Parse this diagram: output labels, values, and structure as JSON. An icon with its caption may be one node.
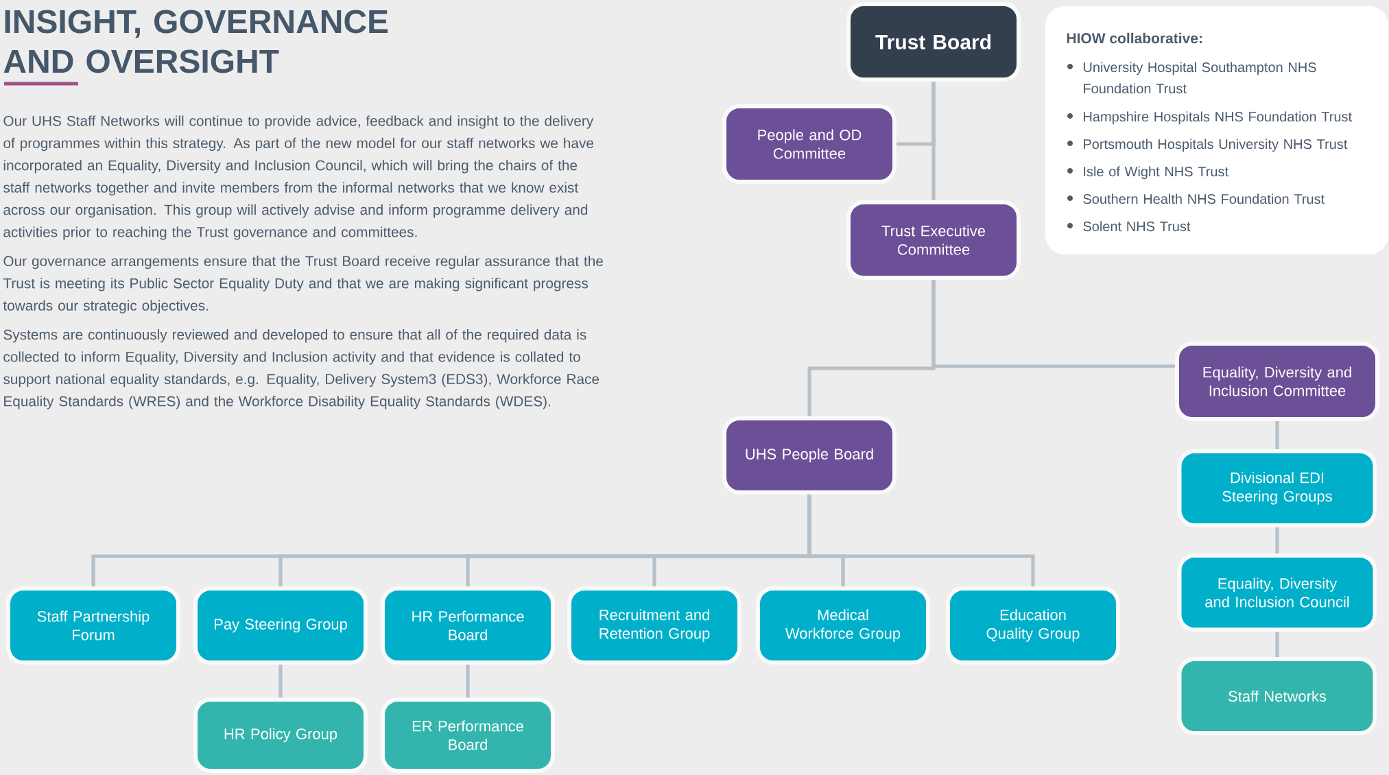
{
  "diagram": {
    "title": "INSIGHT, GOVERNANCE AND OVERSIGHT",
    "nodes": [
      {
        "text": [
          "Trust Board"
        ]
      },
      {
        "text": [
          "HIOW collaborative:",
          "University Hospital Southampton NHS Foundation Trust",
          "Hampshire Hospitals NHS Foundation Trust",
          "Portsmouth Hospitals University NHS Trust",
          "Isle of Wight NHS Trust",
          "Southern Health NHS Foundation Trust",
          "Solent NHS Trust"
        ]
      },
      {
        "text": [
          "People and OD Committee"
        ]
      },
      {
        "text": [
          "Trust Executive Committee"
        ]
      },
      {
        "text": [
          "Equality, Diversity and Inclusion Committee"
        ]
      },
      {
        "text": [
          "UHS People Board"
        ]
      },
      {
        "text": [
          "Divisional EDI Steering Groups"
        ]
      },
      {
        "text": [
          "Equality, Diversity and Inclusion Council"
        ]
      },
      {
        "text": [
          "Staff Networks"
        ]
      },
      {
        "text": [
          "Staff Partnership Forum"
        ]
      },
      {
        "text": [
          "Pay Steering Group"
        ]
      },
      {
        "text": [
          "HR Performance Board"
        ]
      },
      {
        "text": [
          "Recruitment and Retention Group"
        ]
      },
      {
        "text": [
          "Medical Workforce Group"
        ]
      },
      {
        "text": [
          "Education Quality Group"
        ]
      },
      {
        "text": [
          "HR Policy Group"
        ]
      },
      {
        "text": [
          "ER Performance Board"
        ]
      }
    ],
    "edges": [
      {
        "from": 0,
        "to": 2,
        "arrow": "none"
      },
      {
        "from": 0,
        "to": 3,
        "arrow": "none"
      },
      {
        "from": 3,
        "to": 5,
        "arrow": "none"
      },
      {
        "from": 3,
        "to": 4,
        "arrow": "none"
      },
      {
        "from": 4,
        "to": 6,
        "arrow": "none"
      },
      {
        "from": 6,
        "to": 7,
        "arrow": "none"
      },
      {
        "from": 7,
        "to": 8,
        "arrow": "none"
      },
      {
        "from": 5,
        "to": 9,
        "arrow": "none"
      },
      {
        "from": 5,
        "to": 10,
        "arrow": "none"
      },
      {
        "from": 5,
        "to": 11,
        "arrow": "none"
      },
      {
        "from": 5,
        "to": 12,
        "arrow": "none"
      },
      {
        "from": 5,
        "to": 13,
        "arrow": "none"
      },
      {
        "from": 5,
        "to": 14,
        "arrow": "none"
      },
      {
        "from": 10,
        "to": 15,
        "arrow": "none"
      },
      {
        "from": 11,
        "to": 16,
        "arrow": "none"
      }
    ],
    "labels": [
      "Our UHS Staff Networks will continue to provide advice, feedback and insight to the delivery of programmes within this strategy. As part of the new model for our staff networks we have incorporated an Equality, Diversity and Inclusion Council, which will bring the chairs of the staff networks together and invite members from the informal networks that we know exist across our organisation. This group will actively advise and inform programme delivery and activities prior to reaching the Trust governance and committees.",
      "Our governance arrangements ensure that the Trust Board receive regular assurance that the Trust is meeting its Public Sector Equality Duty and that we are making significant progress towards our strategic objectives.",
      "Systems are continuously reviewed and developed to ensure that all of the required data is collected to inform Equality, Diversity and Inclusion activity and that evidence is collated to support national equality standards, e.g. Equality, Delivery System3 (EDS3), Workforce Race Equality Standards (WRES) and the Workforce Disability Equality Standards (WDES)."
    ]
  }
}
